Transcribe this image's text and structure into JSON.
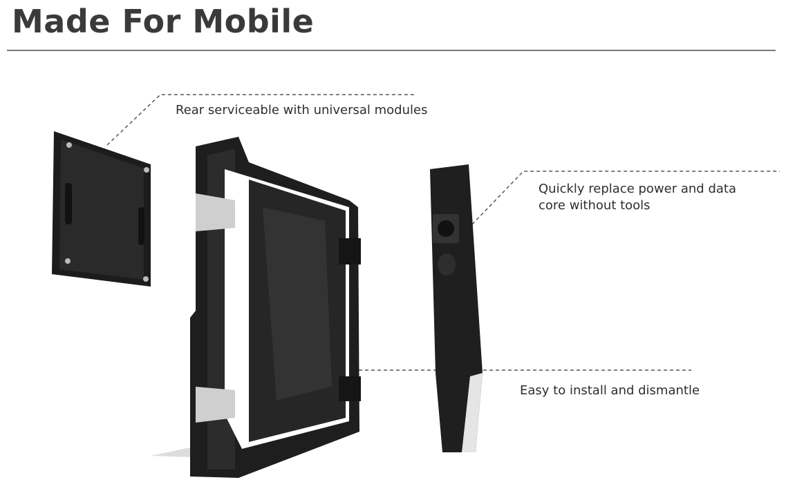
{
  "header": {
    "title": "Made For Mobile"
  },
  "callouts": {
    "rear": "Rear serviceable with universal modules",
    "power_line1": "Quickly replace power and data",
    "power_line2": "core without tools",
    "install": "Easy to install and dismantle"
  }
}
